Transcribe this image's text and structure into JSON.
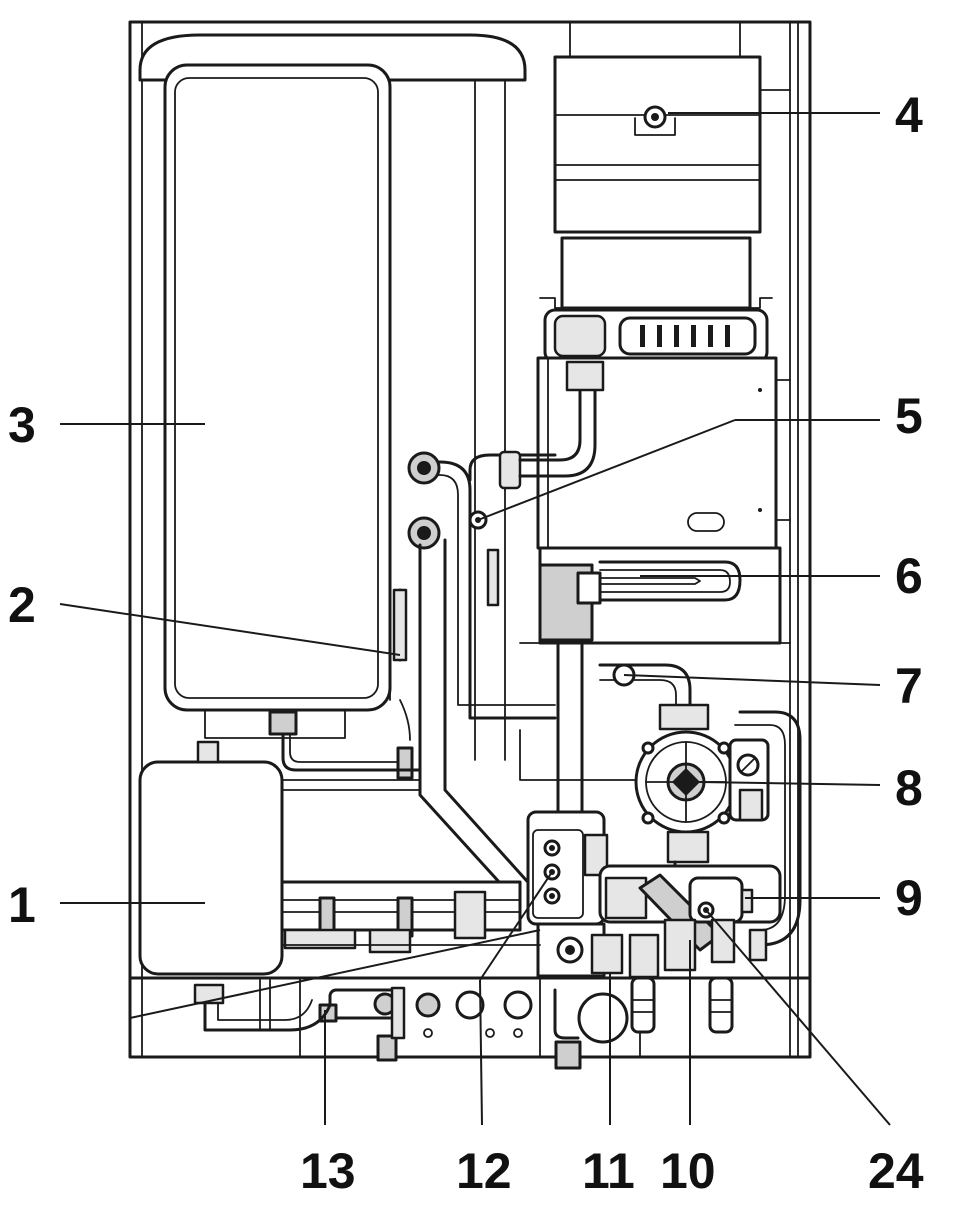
{
  "diagram": {
    "labels": [
      {
        "id": "1",
        "text": "1"
      },
      {
        "id": "2",
        "text": "2"
      },
      {
        "id": "3",
        "text": "3"
      },
      {
        "id": "4",
        "text": "4"
      },
      {
        "id": "5",
        "text": "5"
      },
      {
        "id": "6",
        "text": "6"
      },
      {
        "id": "7",
        "text": "7"
      },
      {
        "id": "8",
        "text": "8"
      },
      {
        "id": "9",
        "text": "9"
      },
      {
        "id": "10",
        "text": "10"
      },
      {
        "id": "11",
        "text": "11"
      },
      {
        "id": "12",
        "text": "12"
      },
      {
        "id": "13",
        "text": "13"
      },
      {
        "id": "24",
        "text": "24"
      }
    ]
  }
}
